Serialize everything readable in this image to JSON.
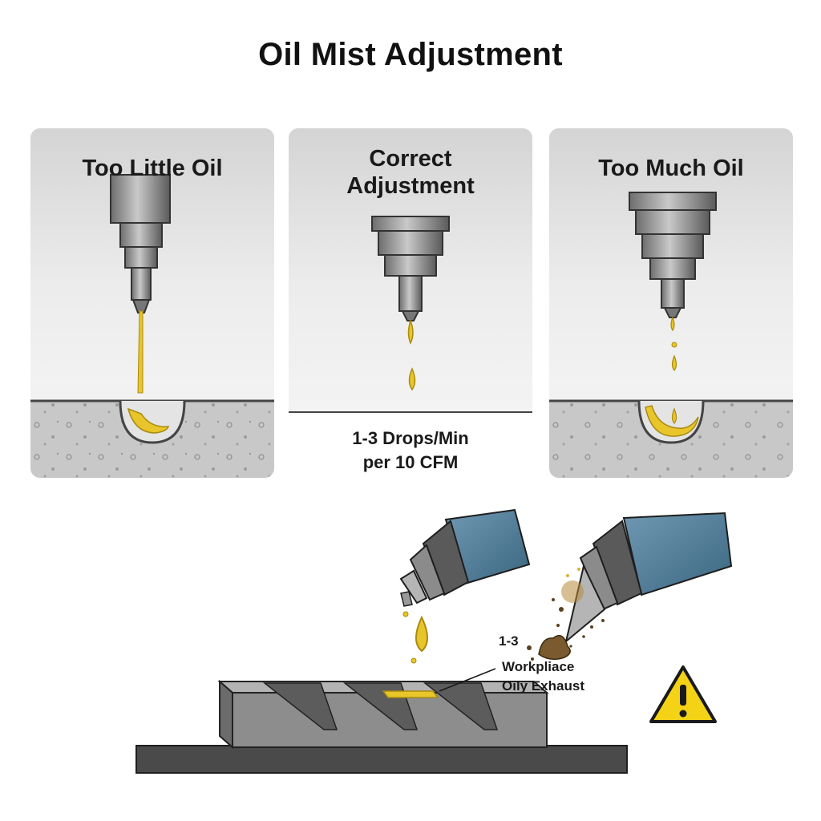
{
  "title": "Oil Mist Adjustment",
  "panels": [
    {
      "label": "Too Little Oil"
    },
    {
      "label_line1": "Correct",
      "label_line2": "Adjustment",
      "caption_line1": "1-3 Drops/Min",
      "caption_line2": "per 10 CFM"
    },
    {
      "label": "Too Much Oil"
    }
  ],
  "bottom": {
    "callout_number": "1-3",
    "callout_line1": "Workpliace",
    "callout_line2": "Oily Exhaust"
  },
  "colors": {
    "oil": "#e8c52a",
    "tool_body": "#4f7d99",
    "metal": "#8a8a8a",
    "warning": "#f4d316"
  }
}
